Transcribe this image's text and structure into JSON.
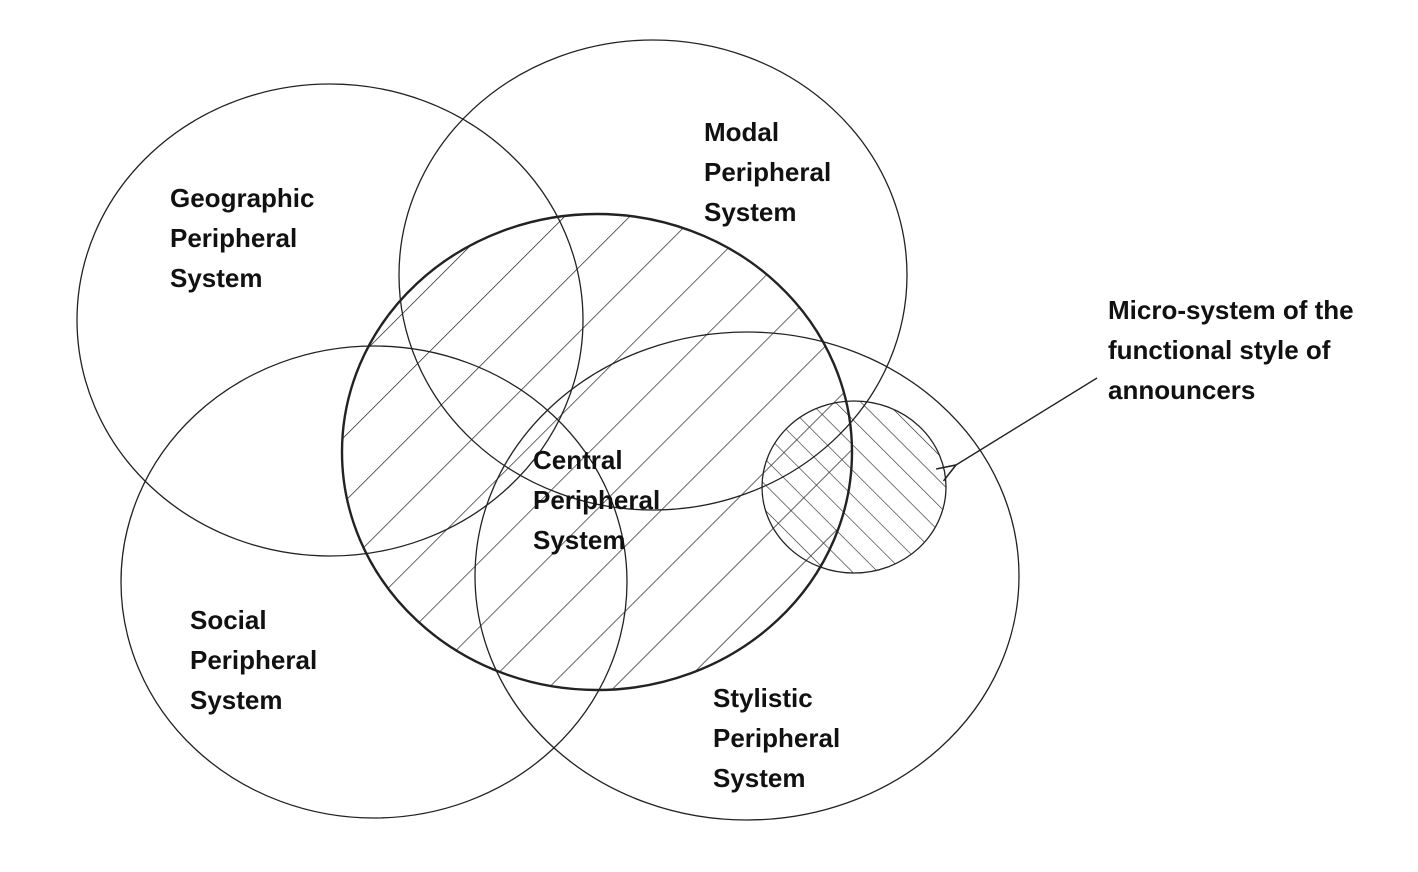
{
  "diagram": {
    "geographic": {
      "lines": [
        "Geographic",
        "Peripheral",
        "System"
      ]
    },
    "modal": {
      "lines": [
        "Modal",
        "Peripheral",
        "System"
      ]
    },
    "social": {
      "lines": [
        "Social",
        "Peripheral",
        "System"
      ]
    },
    "stylistic": {
      "lines": [
        "Stylistic",
        "Peripheral",
        "System"
      ]
    },
    "central": {
      "lines": [
        "Central",
        "Peripheral",
        "System"
      ]
    },
    "micro": {
      "lines": [
        "Micro-system of the",
        "functional style of",
        "announcers"
      ]
    },
    "colors": {
      "stroke": "#222222",
      "text": "#111111",
      "background": "#ffffff"
    }
  }
}
